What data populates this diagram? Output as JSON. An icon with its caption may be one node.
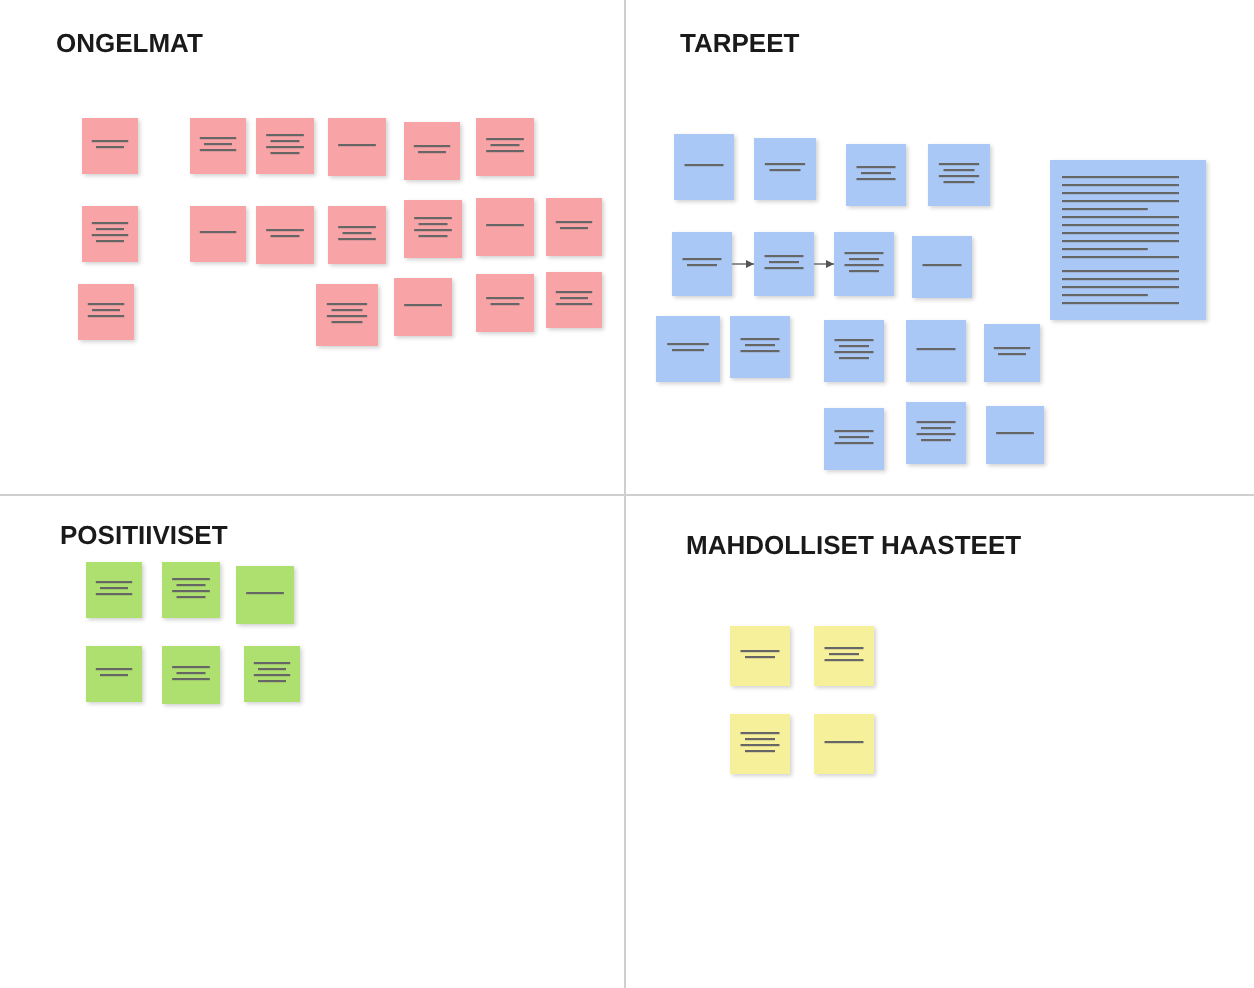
{
  "diagram": {
    "nodes": [
      {
        "text": [
          "ONGELMAT"
        ]
      },
      {
        "text": [],
        "shape": "box",
        "in": 0
      },
      {
        "text": [],
        "shape": "box",
        "in": 0
      },
      {
        "text": [],
        "shape": "box",
        "in": 0
      },
      {
        "text": [],
        "shape": "box",
        "in": 0
      },
      {
        "text": [],
        "shape": "box",
        "in": 0
      },
      {
        "text": [],
        "shape": "box",
        "in": 0
      },
      {
        "text": [],
        "shape": "box",
        "in": 0
      },
      {
        "text": [],
        "shape": "box",
        "in": 0
      },
      {
        "text": [],
        "shape": "box",
        "in": 0
      },
      {
        "text": [],
        "shape": "box",
        "in": 0
      },
      {
        "text": [],
        "shape": "box",
        "in": 0
      },
      {
        "text": [],
        "shape": "box",
        "in": 0
      },
      {
        "text": [],
        "shape": "box",
        "in": 0
      },
      {
        "text": [],
        "shape": "box",
        "in": 0
      },
      {
        "text": [],
        "shape": "box",
        "in": 0
      },
      {
        "text": [],
        "shape": "box",
        "in": 0
      },
      {
        "text": [],
        "shape": "box",
        "in": 0
      },
      {
        "text": [],
        "shape": "box",
        "in": 0
      },
      {
        "text": [
          "TARPEET"
        ]
      },
      {
        "text": [],
        "shape": "box",
        "in": 19
      },
      {
        "text": [],
        "shape": "box",
        "in": 19
      },
      {
        "text": [],
        "shape": "box",
        "in": 19
      },
      {
        "text": [],
        "shape": "box",
        "in": 19
      },
      {
        "text": [],
        "shape": "box",
        "in": 19
      },
      {
        "text": [],
        "shape": "box",
        "in": 19
      },
      {
        "text": [],
        "shape": "box",
        "in": 19
      },
      {
        "text": [],
        "shape": "box",
        "in": 19
      },
      {
        "text": [],
        "shape": "box",
        "in": 19
      },
      {
        "text": [],
        "shape": "box",
        "in": 19
      },
      {
        "text": [],
        "shape": "box",
        "in": 19
      },
      {
        "text": [],
        "shape": "box",
        "in": 19
      },
      {
        "text": [],
        "shape": "box",
        "in": 19
      },
      {
        "text": [],
        "shape": "box",
        "in": 19
      },
      {
        "text": [],
        "shape": "box",
        "in": 19
      },
      {
        "text": [],
        "shape": "box",
        "in": 19
      },
      {
        "text": [],
        "shape": "box",
        "in": 19
      },
      {
        "text": [
          "POSITIIVISET"
        ]
      },
      {
        "text": [],
        "shape": "box",
        "in": 37
      },
      {
        "text": [],
        "shape": "box",
        "in": 37
      },
      {
        "text": [],
        "shape": "box",
        "in": 37
      },
      {
        "text": [],
        "shape": "box",
        "in": 37
      },
      {
        "text": [],
        "shape": "box",
        "in": 37
      },
      {
        "text": [],
        "shape": "box",
        "in": 37
      },
      {
        "text": [
          "MAHDOLLISET HAASTEET"
        ]
      },
      {
        "text": [],
        "shape": "box",
        "in": 44
      },
      {
        "text": [],
        "shape": "box",
        "in": 44
      },
      {
        "text": [],
        "shape": "box",
        "in": 44
      },
      {
        "text": [],
        "shape": "box",
        "in": 44
      }
    ],
    "edges": [
      {
        "from": 25,
        "to": 26,
        "arrow": "to"
      },
      {
        "from": 26,
        "to": 27,
        "arrow": "to"
      }
    ]
  }
}
